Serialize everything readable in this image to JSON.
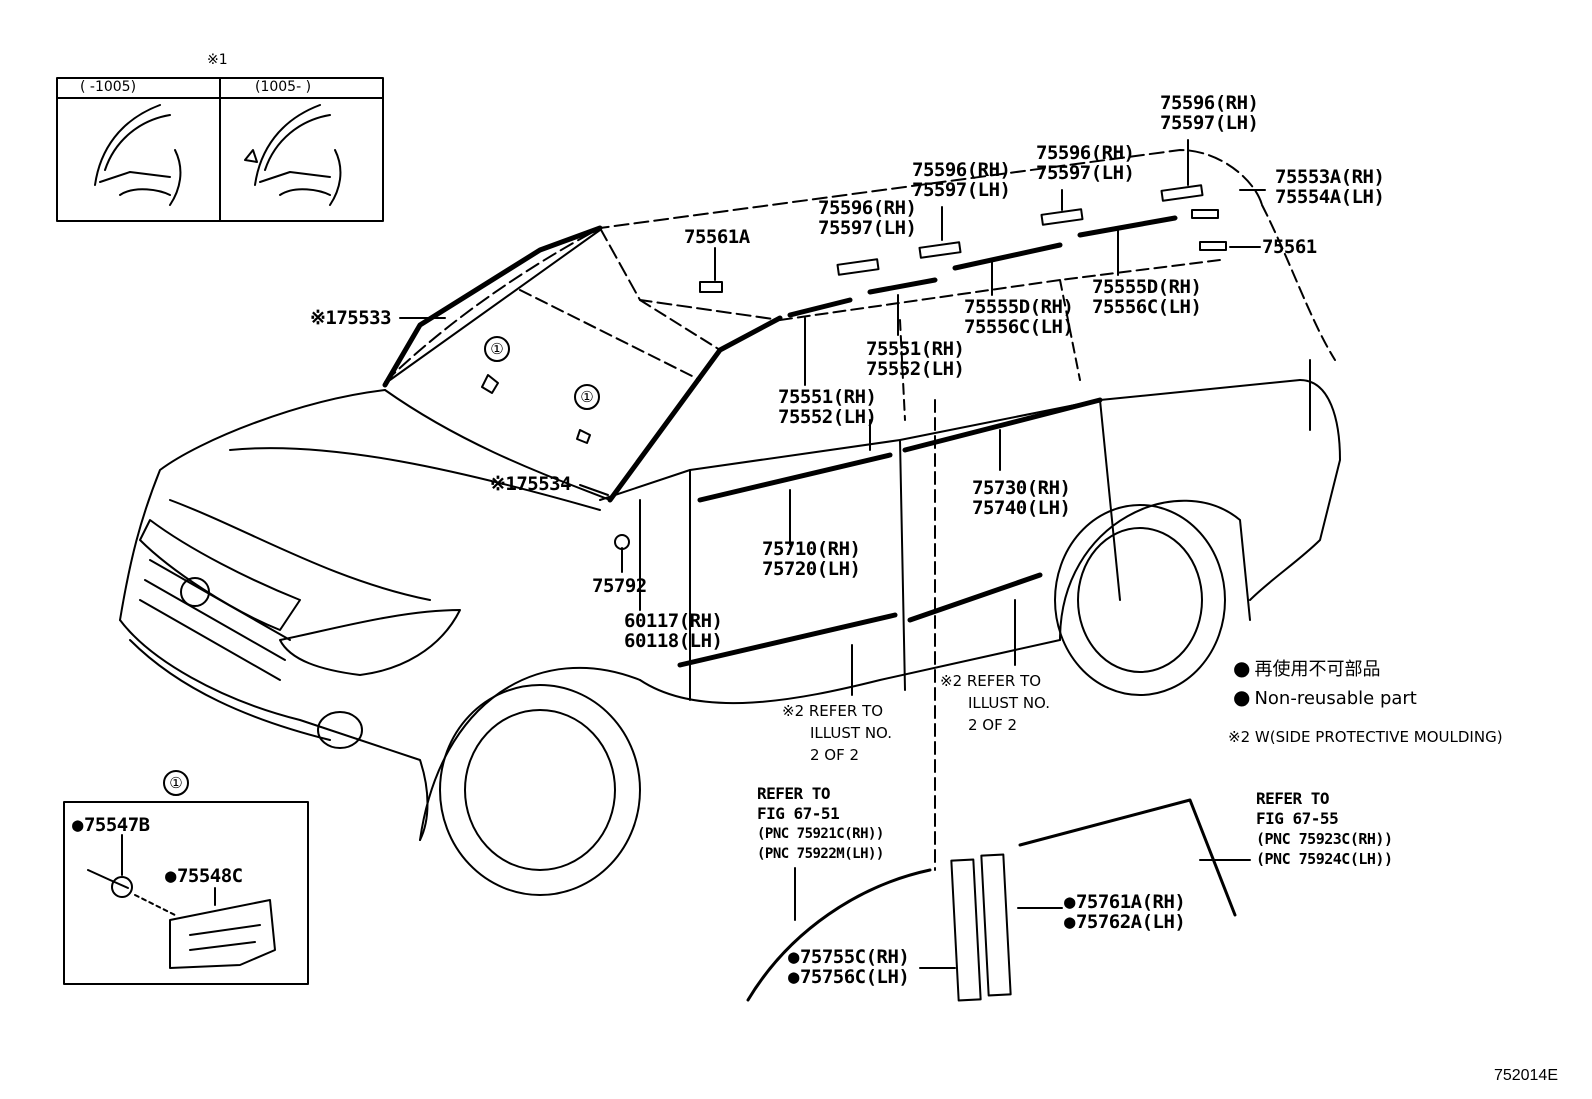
{
  "inset1": {
    "mark": "※1",
    "col_left": "(    -1005)",
    "col_right": "(1005-     )"
  },
  "labels": {
    "l75596_a": [
      "75596(RH)",
      "75597(LH)"
    ],
    "l75596_b": [
      "75596(RH)",
      "75597(LH)"
    ],
    "l75596_c": [
      "75596(RH)",
      "75597(LH)"
    ],
    "l75596_d": [
      "75596(RH)",
      "75597(LH)"
    ],
    "l75553A": [
      "75553A(RH)",
      "75554A(LH)"
    ],
    "l75561A": "75561A",
    "l75561": "75561",
    "l75533": "※175533",
    "l75555D_a": [
      "75555D(RH)",
      "75556C(LH)"
    ],
    "l75555D_b": [
      "75555D(RH)",
      "75556C(LH)"
    ],
    "l75551_a": [
      "75551(RH)",
      "75552(LH)"
    ],
    "l75551_b": [
      "75551(RH)",
      "75552(LH)"
    ],
    "l75534": "※175534",
    "l75730": [
      "75730(RH)",
      "75740(LH)"
    ],
    "l75710": [
      "75710(RH)",
      "75720(LH)"
    ],
    "l75792": "75792",
    "l60117": [
      "60117(RH)",
      "60118(LH)"
    ],
    "refer_illust_a": [
      "※2 REFER TO",
      "ILLUST NO.",
      "2 OF 2"
    ],
    "refer_illust_b": [
      "※2 REFER TO",
      "ILLUST NO.",
      "2 OF 2"
    ],
    "refer_fig_51": [
      "REFER TO",
      "FIG 67-51",
      "(PNC 75921C(RH))",
      "(PNC 75922M(LH))"
    ],
    "refer_fig_55": [
      "REFER TO",
      "FIG 67-55",
      "(PNC 75923C(RH))",
      "(PNC 75924C(LH))"
    ],
    "l75547B": "75547B",
    "l75548C": "75548C",
    "l75761A": [
      "75761A(RH)",
      "75762A(LH)"
    ],
    "l75755C": [
      "75755C(RH)",
      "75756C(LH)"
    ]
  },
  "circled": "①",
  "legend": {
    "jp": "再使用不可部品",
    "en": "Non-reusable part",
    "note": "※2 W(SIDE PROTECTIVE MOULDING)"
  },
  "figure_id": "752014E"
}
